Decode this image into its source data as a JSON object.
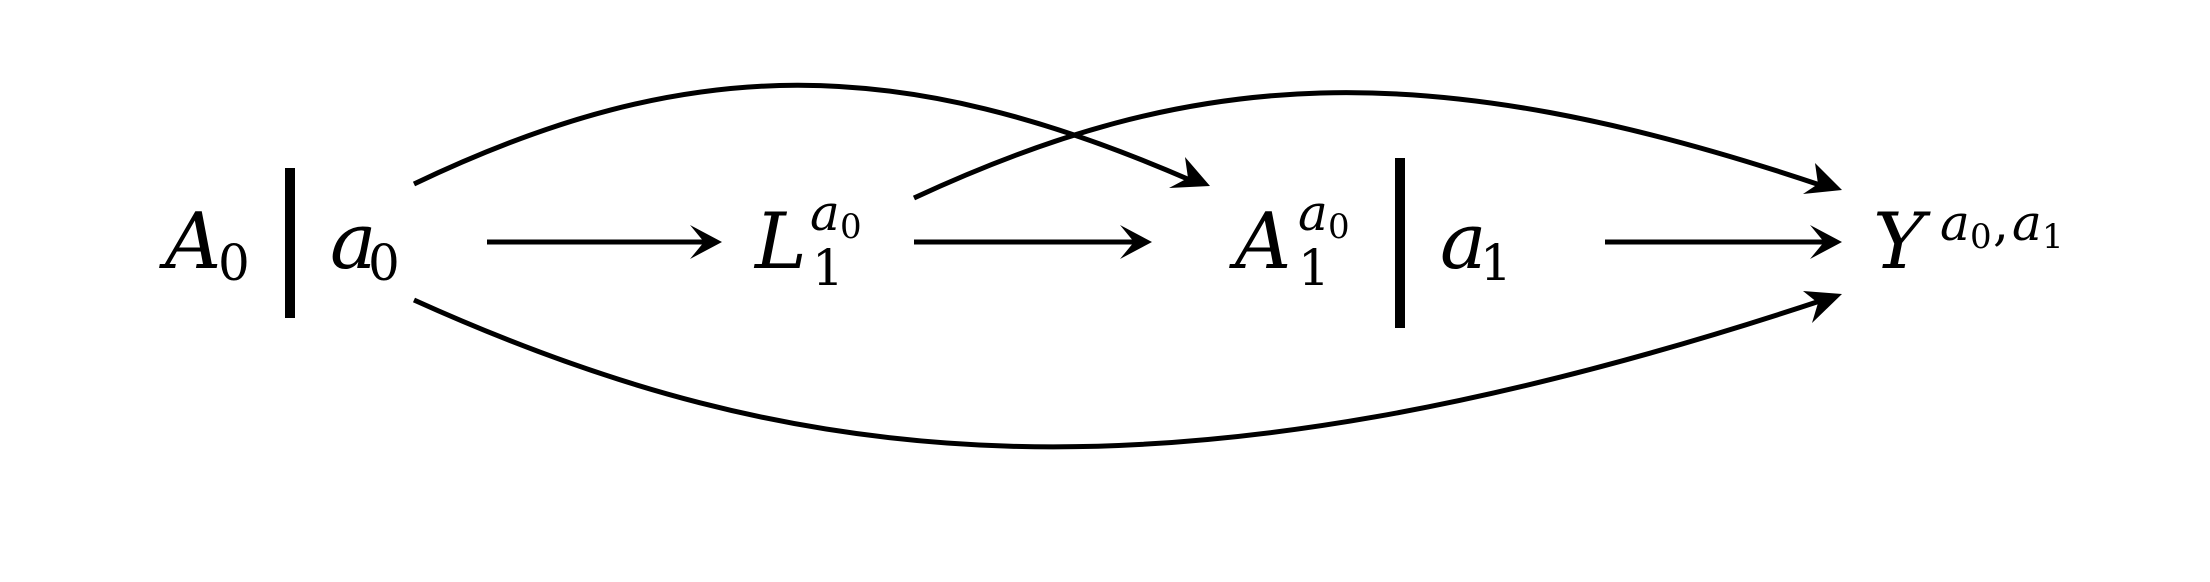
{
  "nodes": {
    "a0_node": {
      "left_symbol": "A",
      "left_subscript": "0",
      "right_symbol": "a",
      "right_subscript": "0"
    },
    "l1_node": {
      "symbol": "L",
      "subscript": "1",
      "superscript_symbol": "a",
      "superscript_subscript": "0"
    },
    "a1_node": {
      "left_symbol": "A",
      "left_subscript": "1",
      "left_superscript_symbol": "a",
      "left_superscript_subscript": "0",
      "right_symbol": "a",
      "right_subscript": "1"
    },
    "y_node": {
      "symbol": "Y",
      "superscript_symbol_1": "a",
      "superscript_subscript_1": "0",
      "superscript_separator": ",",
      "superscript_symbol_2": "a",
      "superscript_subscript_2": "1"
    }
  },
  "edges": [
    {
      "from": "a0",
      "to": "L1"
    },
    {
      "from": "a0",
      "to": "A1"
    },
    {
      "from": "a0",
      "to": "Y"
    },
    {
      "from": "L1",
      "to": "A1"
    },
    {
      "from": "L1",
      "to": "Y"
    },
    {
      "from": "a1",
      "to": "Y"
    }
  ],
  "colors": {
    "ink": "#000000",
    "background": "#ffffff"
  }
}
